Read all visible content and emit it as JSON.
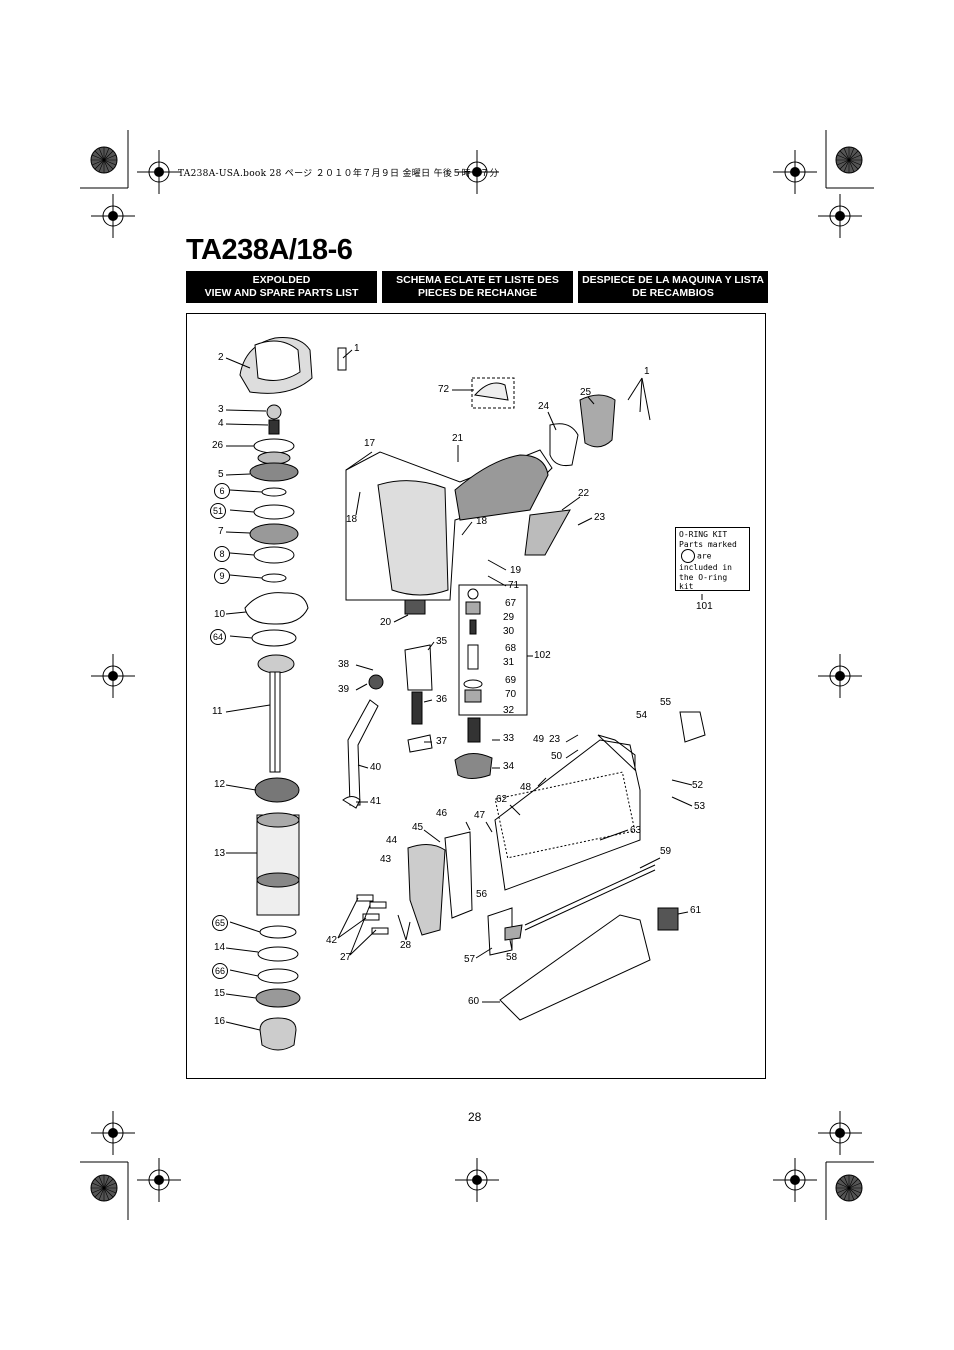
{
  "header_line": "TA238A-USA.book  28 ページ  ２０１０年７月９日  金曜日  午後５時３７分",
  "model_title": "TA238A/18-6",
  "lang_boxes": {
    "en": {
      "line1": "EXPOLDED",
      "line2": "VIEW AND SPARE PARTS LIST"
    },
    "fr": {
      "line1": "SCHEMA ECLATE ET LISTE DES",
      "line2": "PIECES DE RECHANGE"
    },
    "es": {
      "line1": "DESPIECE DE LA MAQUINA Y LISTA",
      "line2": "DE RECAMBIOS"
    }
  },
  "oring_kit": {
    "line1": "O-RING KIT",
    "line2": "Parts marked",
    "line3": "are",
    "line4": "included in",
    "line5": "the O-ring kit",
    "ref": "101"
  },
  "page_number": "28",
  "callouts": {
    "c1a": "1",
    "c2": "2",
    "c3": "3",
    "c4": "4",
    "c26": "26",
    "c5": "5",
    "c6": "6",
    "c51": "51",
    "c7": "7",
    "c8": "8",
    "c9": "9",
    "c10": "10",
    "c64": "64",
    "c11": "11",
    "c12": "12",
    "c13": "13",
    "c65": "65",
    "c14": "14",
    "c66": "66",
    "c15": "15",
    "c16": "16",
    "c72": "72",
    "c1b": "1",
    "c25": "25",
    "c24": "24",
    "c21": "21",
    "c17": "17",
    "c18a": "18",
    "c18b": "18",
    "c22": "22",
    "c23a": "23",
    "c19": "19",
    "c71": "71",
    "c67": "67",
    "c29": "29",
    "c30": "30",
    "c68": "68",
    "c31": "31",
    "c102": "102",
    "c69": "69",
    "c70": "70",
    "c32": "32",
    "c33": "33",
    "c34": "34",
    "c20": "20",
    "c35": "35",
    "c38": "38",
    "c39": "39",
    "c36": "36",
    "c37": "37",
    "c40": "40",
    "c41": "41",
    "c49": "49",
    "c23b": "23",
    "c50": "50",
    "c48": "48",
    "c54": "54",
    "c55": "55",
    "c52": "52",
    "c53": "53",
    "c62": "62",
    "c63": "63",
    "c46": "46",
    "c47": "47",
    "c45": "45",
    "c44": "44",
    "c43": "43",
    "c56": "56",
    "c59": "59",
    "c42": "42",
    "c27": "27",
    "c28": "28",
    "c57": "57",
    "c58": "58",
    "c61": "61",
    "c60": "60"
  }
}
